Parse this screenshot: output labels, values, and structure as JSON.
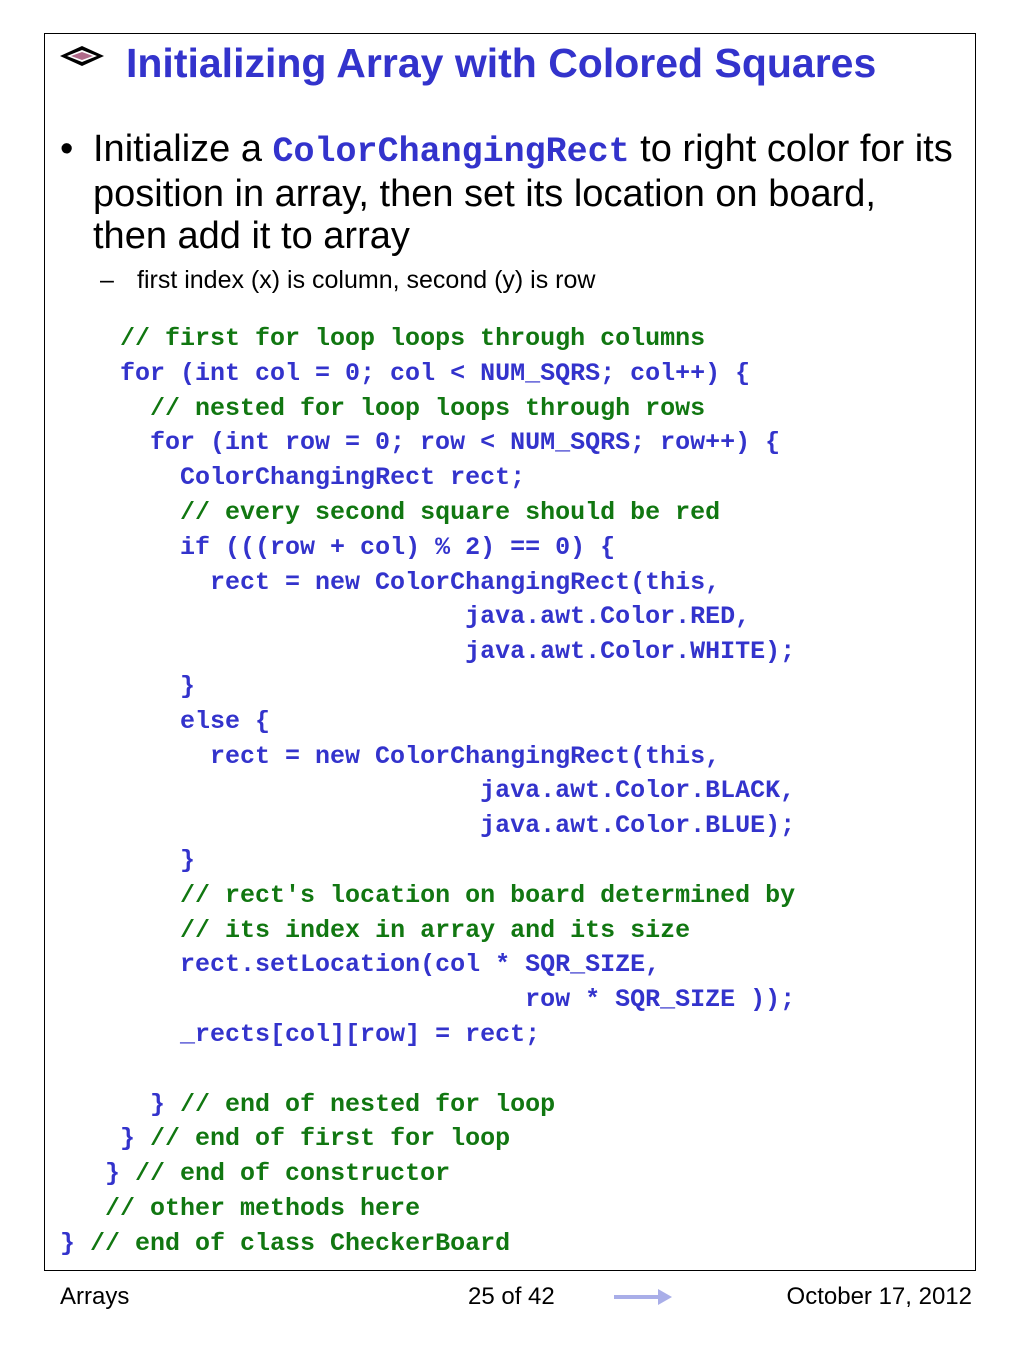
{
  "slide": {
    "title": "Initializing Array with Colored Squares",
    "bullet": {
      "before": "Initialize a ",
      "code": "ColorChangingRect",
      "after": " to right color for its position in array, then set its location on board, then add it to array"
    },
    "sub_bullet": "first index (x) is column, second (y) is row",
    "bullet_glyph": "•",
    "dash_glyph": "–"
  },
  "code": {
    "lines": [
      {
        "indent": "    ",
        "code": "",
        "comment": "// first for loop loops through columns"
      },
      {
        "indent": "    ",
        "code": "for (int col = 0; col < NUM_SQRS; col++) {",
        "comment": ""
      },
      {
        "indent": "      ",
        "code": "",
        "comment": "// nested for loop loops through rows"
      },
      {
        "indent": "      ",
        "code": "for (int row = 0; row < NUM_SQRS; row++) {",
        "comment": ""
      },
      {
        "indent": "        ",
        "code": "ColorChangingRect rect;",
        "comment": ""
      },
      {
        "indent": "        ",
        "code": "",
        "comment": "// every second square should be red"
      },
      {
        "indent": "        ",
        "code": "if (((row + col) % 2) == 0) {",
        "comment": ""
      },
      {
        "indent": "          ",
        "code": "rect = new ColorChangingRect(this,",
        "comment": ""
      },
      {
        "indent": "                           ",
        "code": "java.awt.Color.RED,",
        "comment": ""
      },
      {
        "indent": "                           ",
        "code": "java.awt.Color.WHITE);",
        "comment": ""
      },
      {
        "indent": "        ",
        "code": "}",
        "comment": ""
      },
      {
        "indent": "        ",
        "code": "else {",
        "comment": ""
      },
      {
        "indent": "          ",
        "code": "rect = new ColorChangingRect(this,",
        "comment": ""
      },
      {
        "indent": "                            ",
        "code": "java.awt.Color.BLACK,",
        "comment": ""
      },
      {
        "indent": "                            ",
        "code": "java.awt.Color.BLUE);",
        "comment": ""
      },
      {
        "indent": "        ",
        "code": "}",
        "comment": ""
      },
      {
        "indent": "        ",
        "code": "",
        "comment": "// rect's location on board determined by"
      },
      {
        "indent": "        ",
        "code": "",
        "comment": "// its index in array and its size"
      },
      {
        "indent": "        ",
        "code": "rect.setLocation(col * SQR_SIZE,",
        "comment": ""
      },
      {
        "indent": "                               ",
        "code": "row * SQR_SIZE ));",
        "comment": ""
      },
      {
        "indent": "        ",
        "code": "_rects[col][row] = rect;",
        "comment": ""
      },
      {
        "indent": "",
        "code": "",
        "comment": ""
      },
      {
        "indent": "      ",
        "code": "} ",
        "comment": "// end of nested for loop"
      },
      {
        "indent": "    ",
        "code": "} ",
        "comment": "// end of first for loop"
      },
      {
        "indent": "   ",
        "code": "} ",
        "comment": "// end of constructor"
      },
      {
        "indent": "   ",
        "code": "",
        "comment": "// other methods here"
      },
      {
        "indent": "",
        "code": "} ",
        "comment": "// end of class CheckerBoard"
      }
    ]
  },
  "footer": {
    "left": "Arrays",
    "center": "25 of 42",
    "right": "October 17, 2012",
    "arrow_icon": "right-arrow-icon"
  },
  "colors": {
    "title": "#3333cc",
    "code": "#3333cc",
    "comment": "#117711",
    "arrow": "#a9aee8"
  }
}
